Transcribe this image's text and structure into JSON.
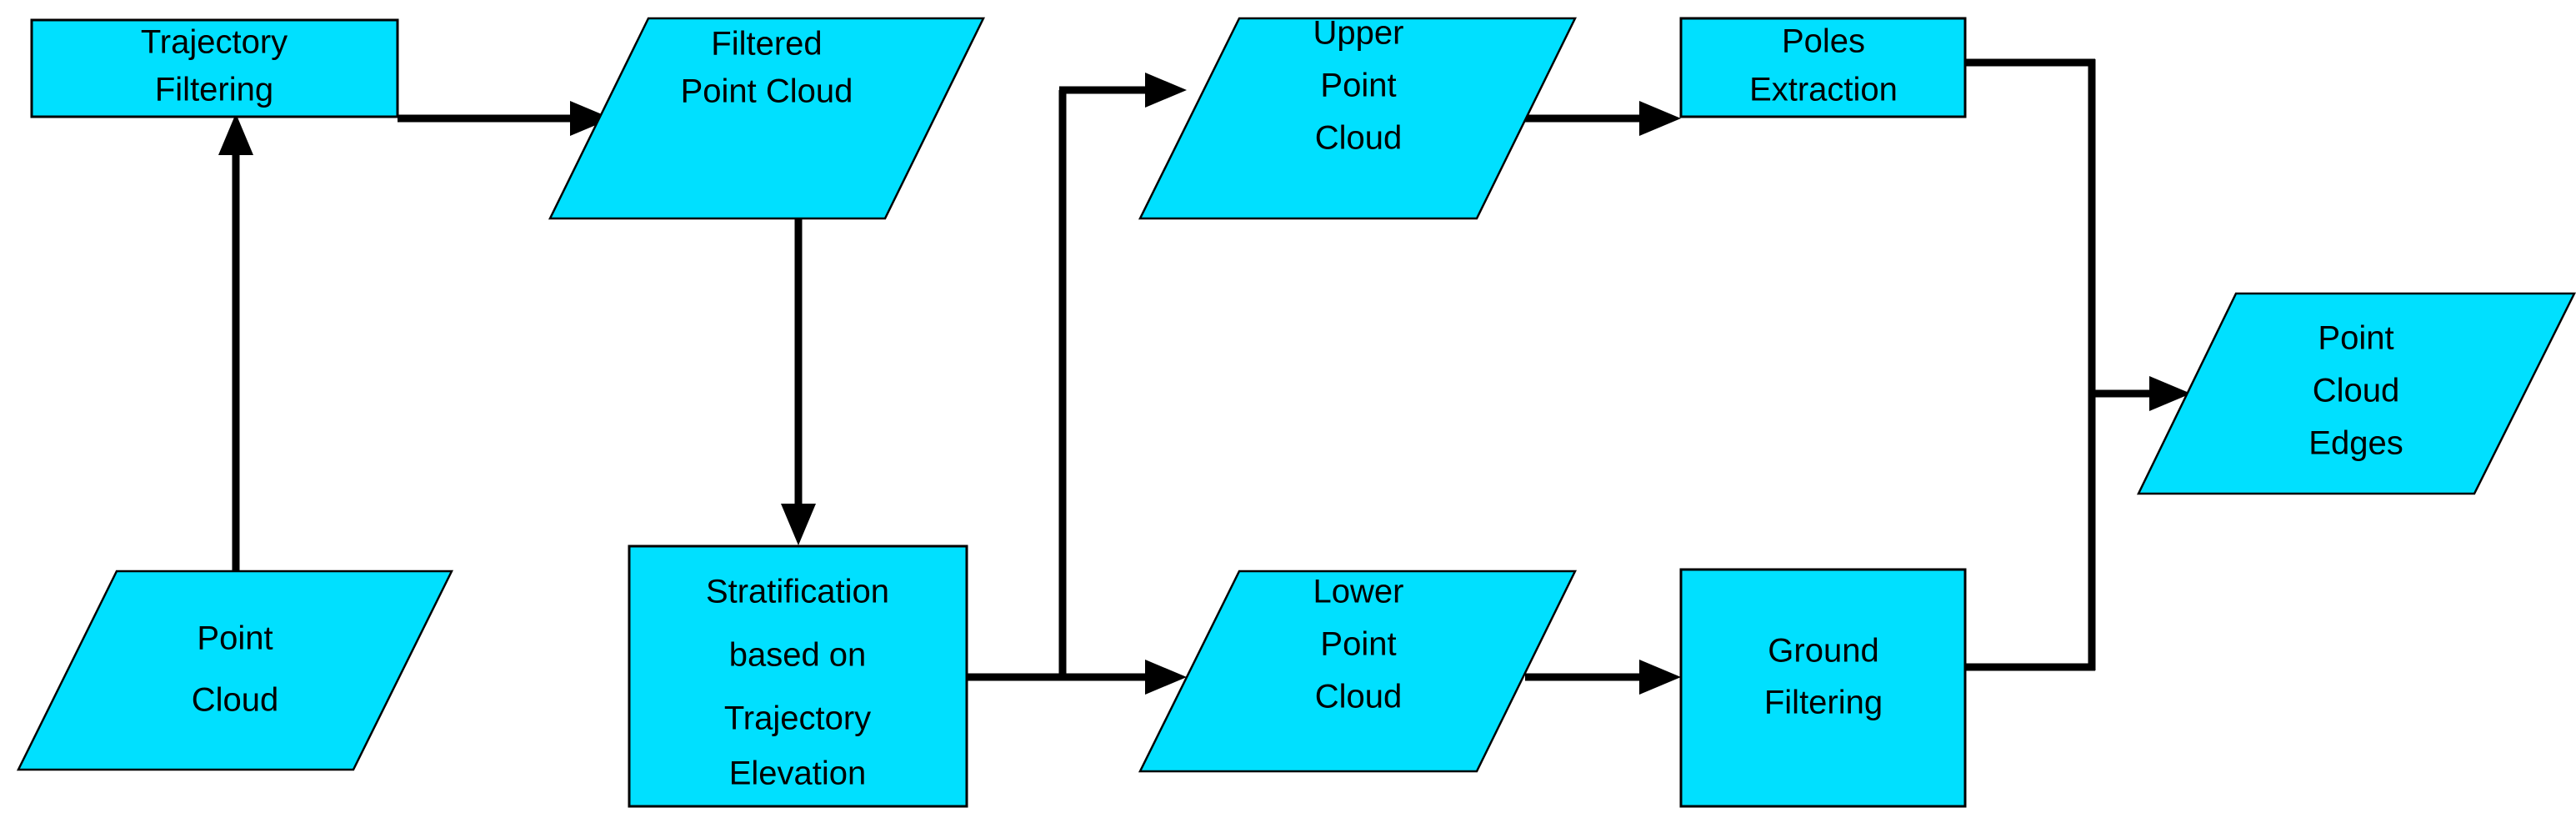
{
  "diagram": {
    "title": "Point Cloud Edge Extraction Pipeline",
    "background_color": "#FFFFFF",
    "node_fill_color": "#00E0FF",
    "node_stroke_color": "#000000",
    "connector_color": "#000000",
    "nodes": [
      {
        "id": "point-cloud",
        "shape": "parallelogram",
        "role": "input-data",
        "lines": [
          "Point",
          "Cloud"
        ],
        "text": "Point Cloud"
      },
      {
        "id": "trajectory-filtering",
        "shape": "rectangle",
        "role": "process",
        "lines": [
          "Trajectory",
          "Filtering"
        ],
        "text": "Trajectory Filtering"
      },
      {
        "id": "filtered-point-cloud",
        "shape": "parallelogram",
        "role": "data",
        "lines": [
          "Filtered",
          "Point Cloud"
        ],
        "text": "Filtered Point Cloud"
      },
      {
        "id": "stratification",
        "shape": "rectangle",
        "role": "process",
        "lines": [
          "Stratification",
          "based on",
          "Trajectory",
          "Elevation"
        ],
        "text": "Stratification based on Trajectory Elevation"
      },
      {
        "id": "upper-point-cloud",
        "shape": "parallelogram",
        "role": "data",
        "lines": [
          "Upper",
          "Point",
          "Cloud"
        ],
        "text": "Upper Point Cloud"
      },
      {
        "id": "lower-point-cloud",
        "shape": "parallelogram",
        "role": "data",
        "lines": [
          "Lower",
          "Point",
          "Cloud"
        ],
        "text": "Lower Point Cloud"
      },
      {
        "id": "poles-extraction",
        "shape": "rectangle",
        "role": "process",
        "lines": [
          "Poles",
          "Extraction"
        ],
        "text": "Poles Extraction"
      },
      {
        "id": "ground-filtering",
        "shape": "rectangle",
        "role": "process",
        "lines": [
          "Ground",
          "Filtering"
        ],
        "text": "Ground Filtering"
      },
      {
        "id": "point-cloud-edges",
        "shape": "parallelogram",
        "role": "output-data",
        "lines": [
          "Point",
          "Cloud",
          "Edges"
        ],
        "text": "Point Cloud Edges"
      }
    ],
    "edges": [
      {
        "id": "e1",
        "from": "point-cloud",
        "to": "trajectory-filtering",
        "direction": "up"
      },
      {
        "id": "e2",
        "from": "trajectory-filtering",
        "to": "filtered-point-cloud",
        "direction": "right"
      },
      {
        "id": "e3",
        "from": "filtered-point-cloud",
        "to": "stratification",
        "direction": "down"
      },
      {
        "id": "e4",
        "from": "stratification",
        "to": "upper-point-cloud",
        "direction": "right-up-branch"
      },
      {
        "id": "e5",
        "from": "stratification",
        "to": "lower-point-cloud",
        "direction": "right"
      },
      {
        "id": "e6",
        "from": "upper-point-cloud",
        "to": "poles-extraction",
        "direction": "right"
      },
      {
        "id": "e7",
        "from": "lower-point-cloud",
        "to": "ground-filtering",
        "direction": "right"
      },
      {
        "id": "e8",
        "from": "poles-extraction",
        "to": "point-cloud-edges",
        "direction": "right-down-merge"
      },
      {
        "id": "e9",
        "from": "ground-filtering",
        "to": "point-cloud-edges",
        "direction": "right-up-merge"
      }
    ]
  },
  "labels": {
    "point_cloud_l1": "Point",
    "point_cloud_l2": "Cloud",
    "trajectory_filtering_l1": "Trajectory",
    "trajectory_filtering_l2": "Filtering",
    "filtered_pc_l1": "Filtered",
    "filtered_pc_l2": "Point Cloud",
    "stratification_l1": "Stratification",
    "stratification_l2": "based on",
    "stratification_l3": "Trajectory",
    "stratification_l4": "Elevation",
    "upper_pc_l1": "Upper",
    "upper_pc_l2": "Point",
    "upper_pc_l3": "Cloud",
    "lower_pc_l1": "Lower",
    "lower_pc_l2": "Point",
    "lower_pc_l3": "Cloud",
    "poles_l1": "Poles",
    "poles_l2": "Extraction",
    "ground_l1": "Ground",
    "ground_l2": "Filtering",
    "edges_l1": "Point",
    "edges_l2": "Cloud",
    "edges_l3": "Edges"
  }
}
